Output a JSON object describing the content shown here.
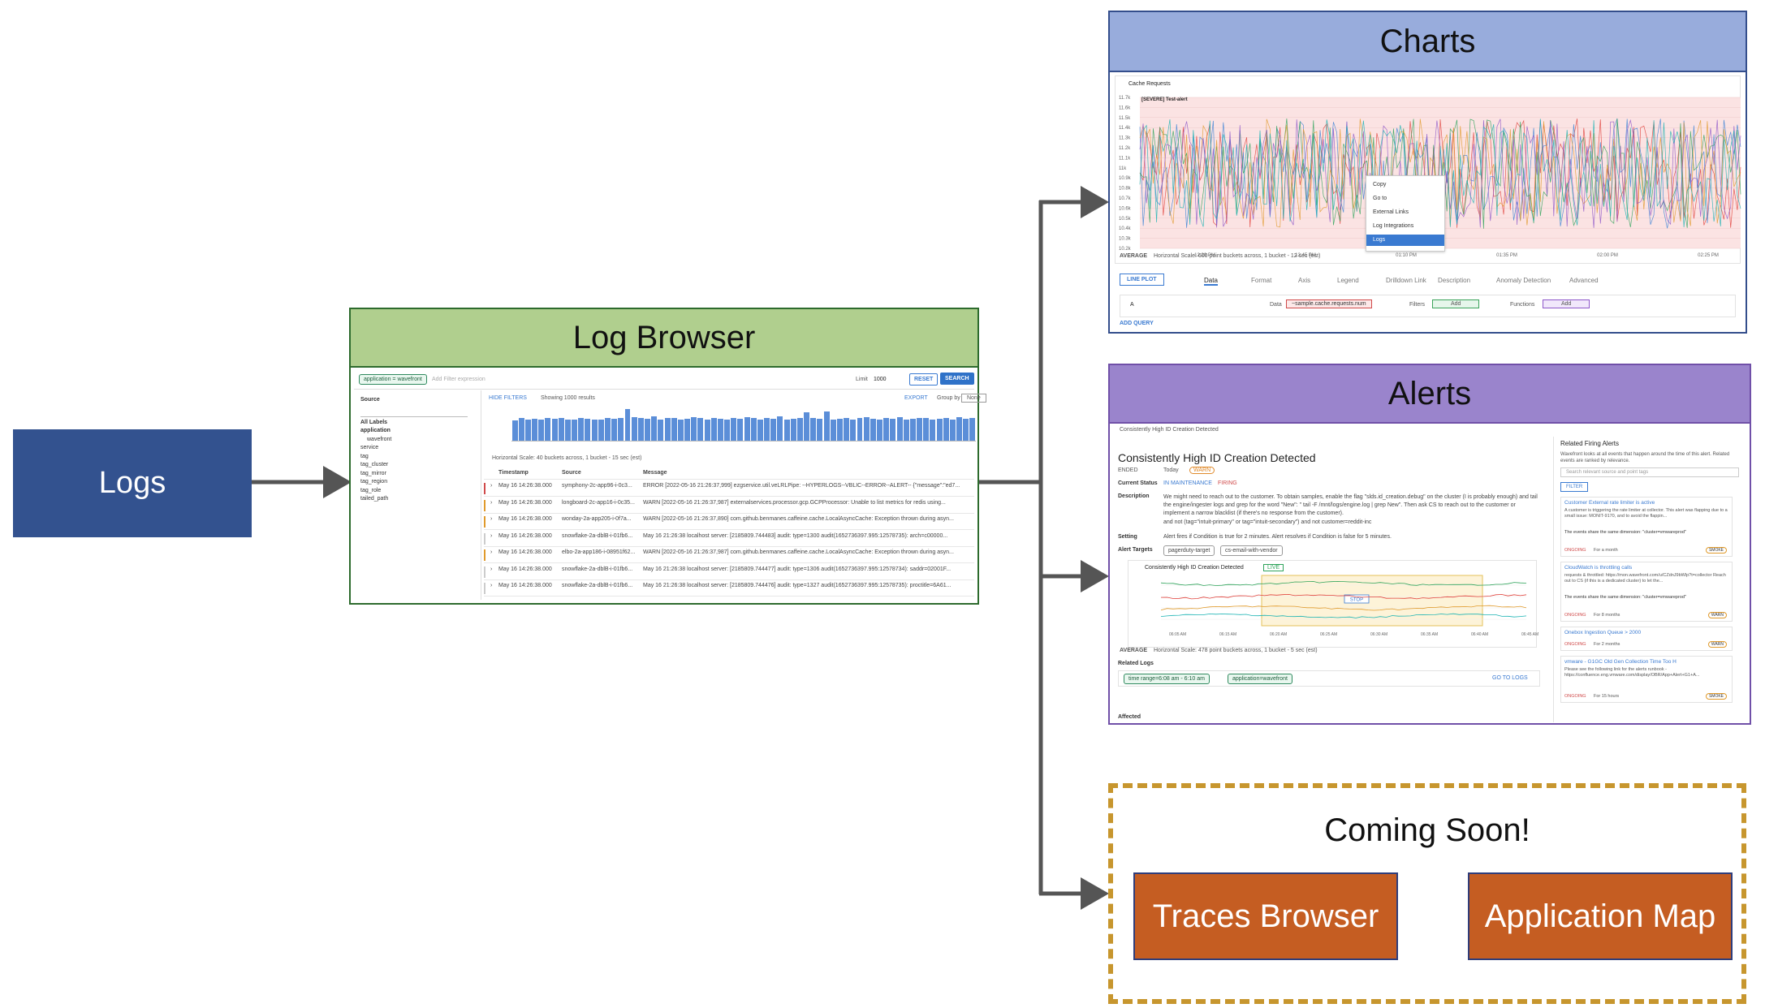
{
  "nodes": {
    "logs": "Logs",
    "log_browser": "Log Browser",
    "charts": "Charts",
    "alerts": "Alerts",
    "coming_soon": "Coming Soon!",
    "traces_browser": "Traces Browser",
    "application_map": "Application Map"
  },
  "colors": {
    "logs_fill": "#33528f",
    "log_browser_header": "#b0cf8e",
    "charts_header": "#98acdc",
    "alerts_header": "#9a84cc",
    "coming_soon_border": "#c7962e",
    "orange_box": "#c55d22",
    "arrow": "#555555"
  },
  "log_browser": {
    "filter_chip": "application = wavefront",
    "filter_placeholder": "Add Filter expression",
    "limit_label": "Limit",
    "limit_value": "1000",
    "reset": "RESET",
    "search": "SEARCH",
    "source_label": "Source",
    "all_labels": "All Labels",
    "labels": [
      "application",
      "wavefront",
      "service",
      "tag",
      "tag_cluster",
      "tag_mirror",
      "tag_region",
      "tag_role",
      "tailed_path"
    ],
    "hide_filters": "HIDE FILTERS",
    "showing": "Showing 1000 results",
    "export": "EXPORT",
    "group_by": "Group by",
    "group_by_value": "None",
    "scale_note": "Horizontal Scale: 40 buckets across, 1 bucket - 15 sec (est)",
    "histogram": [
      0.62,
      0.7,
      0.66,
      0.68,
      0.64,
      0.7,
      0.67,
      0.69,
      0.65,
      0.66,
      0.71,
      0.68,
      0.66,
      0.64,
      0.7,
      0.67,
      0.69,
      0.98,
      0.72,
      0.7,
      0.68,
      0.74,
      0.66,
      0.69,
      0.71,
      0.65,
      0.67,
      0.72,
      0.7,
      0.66,
      0.69,
      0.68,
      0.64,
      0.7,
      0.67,
      0.72,
      0.69,
      0.66,
      0.71,
      0.68,
      0.74,
      0.65,
      0.68,
      0.7,
      0.88,
      0.69,
      0.67,
      0.9,
      0.66,
      0.68,
      0.7,
      0.65,
      0.69,
      0.72,
      0.67,
      0.66,
      0.7,
      0.68,
      0.73,
      0.65,
      0.67,
      0.69,
      0.71,
      0.66,
      0.68,
      0.7,
      0.64,
      0.72,
      0.67,
      0.69
    ],
    "columns": [
      "Timestamp",
      "Source",
      "Message"
    ],
    "rows": [
      {
        "ts": "May 16 14:26:38.000",
        "source": "symphony-2c-app96-i-0c3...",
        "msg": "ERROR [2022-05-16 21:26:37,999] ezgservice.util.veLRLPipe: --HYPERLOGS--VBLIC--ERROR--ALERT-- {\"message\":\"ed7..."
      },
      {
        "ts": "May 16 14:26:38.000",
        "source": "longboard-2c-app16-i-0c35...",
        "msg": "WARN [2022-05-16 21:26:37,987] externalservices.processor.gcp.GCPProcessor: Unable to list metrics for redis using..."
      },
      {
        "ts": "May 16 14:26:38.000",
        "source": "wonday-2a-app205-i-0f7a...",
        "msg": "WARN [2022-05-16 21:26:37,890] com.github.benmanes.caffeine.cache.LocalAsyncCache: Exception thrown during asyn..."
      },
      {
        "ts": "May 16 14:26:38.000",
        "source": "snowflake-2a-dblB-i-01fb6...",
        "msg": "May 16 21:26:38 localhost server: [2185809.744483] audit: type=1300 audit(1652736397.995:12578735): arch=c00000..."
      },
      {
        "ts": "May 16 14:26:38.000",
        "source": "elbo-2a-app186-i-08951f62...",
        "msg": "WARN [2022-05-16 21:26:37,987] com.github.benmanes.caffeine.cache.LocalAsyncCache: Exception thrown during asyn..."
      },
      {
        "ts": "May 16 14:26:38.000",
        "source": "snowflake-2a-dblB-i-01fb6...",
        "msg": "May 16 21:26:38 localhost server: [2185809.744477] audit: type=1306 audit(1652736397.995:12578734): saddr=02001F..."
      },
      {
        "ts": "May 16 14:26:38.000",
        "source": "snowflake-2a-dblB-i-01fb6...",
        "msg": "May 16 21:26:38 localhost server: [2185809.744476] audit: type=1327 audit(1652736397.995:12578735): proctitle=6A61..."
      }
    ]
  },
  "charts": {
    "chart_title": "Cache Requests",
    "alert_label": "[SEVERE] Test-alert",
    "y_ticks": [
      "11.7k",
      "11.6k",
      "11.5k",
      "11.4k",
      "11.3k",
      "11.2k",
      "11.1k",
      "11k",
      "10.9k",
      "10.8k",
      "10.7k",
      "10.6k",
      "10.5k",
      "10.4k",
      "10.3k",
      "10.2k"
    ],
    "x_ticks": [
      "12:20 PM",
      "12:45 PM",
      "01:10 PM",
      "01:35 PM",
      "02:00 PM",
      "02:25 PM"
    ],
    "context_menu": [
      "Copy",
      "Go to",
      "External Links",
      "Log Integrations",
      "Logs"
    ],
    "average_label": "AVERAGE",
    "scale_note": "Horizontal Scale: 600 point buckets across, 1 bucket - 12 sec (est)",
    "plot_type": "LINE PLOT",
    "tabs": [
      "Data",
      "Format",
      "Axis",
      "Legend",
      "Drilldown Link",
      "Description",
      "Anomaly Detection",
      "Advanced"
    ],
    "query_name": "A",
    "query_data_label": "Data",
    "query_metric": "~sample.cache.requests.num",
    "filters_label": "Filters",
    "functions_label": "Functions",
    "add_label": "Add",
    "add_query": "ADD QUERY",
    "series_colors": [
      "#e0413b",
      "#3b82d6",
      "#2ea35a",
      "#e09a2b",
      "#8e58c9",
      "#1ab3b3"
    ]
  },
  "alerts": {
    "breadcrumb": "Consistently High ID Creation Detected",
    "title": "Consistently High ID Creation Detected",
    "ended": "ENDED",
    "today": "Today",
    "warn": "WARN",
    "current_status_label": "Current Status",
    "in_maintenance": "IN MAINTENANCE",
    "firing": "FIRING",
    "description_label": "Description",
    "description": "We might need to reach out to the customer. To obtain samples, enable the flag \"slds.id_creation.debug\" on the cluster (I is probably enough) and tail the engine/ingester logs and grep for the word \"New\": \" tail -F /mnt/logs/engine.log | grep New\". Then ask CS to reach out to the customer or implement a narrow blacklist (if there's no response from the customer).",
    "description_2": "and not (tag=\"intuit-primary\" or tag=\"intuit-secondary\") and not customer=reddit-inc",
    "setting_label": "Setting",
    "setting": "Alert fires if Condition is true for 2 minutes. Alert resolves if Condition is false for 5 minutes.",
    "alert_targets_label": "Alert Targets",
    "targets": [
      "pagerduty-target",
      "cs-email-with-vendor"
    ],
    "mini_chart_title": "Consistently High ID Creation Detected",
    "live": "LIVE",
    "stop": "STOP",
    "mini_x_ticks": [
      "06:05 AM",
      "06:15 AM",
      "06:20 AM",
      "06:25 AM",
      "06:30 AM",
      "06:35 AM",
      "06:40 AM",
      "06:45 AM"
    ],
    "average_label": "AVERAGE",
    "scale_note": "Horizontal Scale: 478 point buckets across, 1 bucket - 5 sec (est)",
    "related_logs_label": "Related Logs",
    "time_range_chip": "time range=6:08 am - 6:10 am",
    "app_chip": "application=wavefront",
    "go_to_logs": "GO TO LOGS",
    "affected_label": "Affected",
    "related_firing_title": "Related Firing Alerts",
    "ai_note": "Wavefront looks at all events that happen around the time of this alert. Related events are ranked by relevance.",
    "search_placeholder": "Search relevant source and point tags",
    "filter_btn": "FILTER",
    "related": [
      {
        "title": "Customer External rate limiter is active",
        "body": "A customer is triggering the rate limiter at collector. This alert was flapping due to a small issue: MONIT-9170, and to avoid the flappin...",
        "dim": "The events share the same dimension: \"cluster=vmwareprod\"",
        "state": "ONGOING",
        "dur": "For a month",
        "badge": "SMOKE"
      },
      {
        "title": "CloudWatch is throttling calls",
        "body": "requests & throttled: https://mon.wavefront.com/u/CZdnJ9bWlp?t=collector Reach out to CS (if this is a dedicated cluster) to let the...",
        "dim": "The events share the same dimension: \"cluster=vmwareprod\"",
        "state": "ONGOING",
        "dur": "For 8 months",
        "badge": "WARN"
      },
      {
        "title": "Onebox Ingestion Queue > 2000",
        "body": "",
        "dim": "",
        "state": "ONGOING",
        "dur": "For 2 months",
        "badge": "WARN"
      },
      {
        "title": "vmware - G1GC Old Gen Collection Time Too H",
        "body": "Please see the following link for the alerts runbook - https://confluence.eng.vmware.com/display/OBR/App+Alert+G1+A...",
        "dim": "",
        "state": "ONGOING",
        "dur": "For 15 hours",
        "badge": "SMOKE"
      }
    ]
  }
}
